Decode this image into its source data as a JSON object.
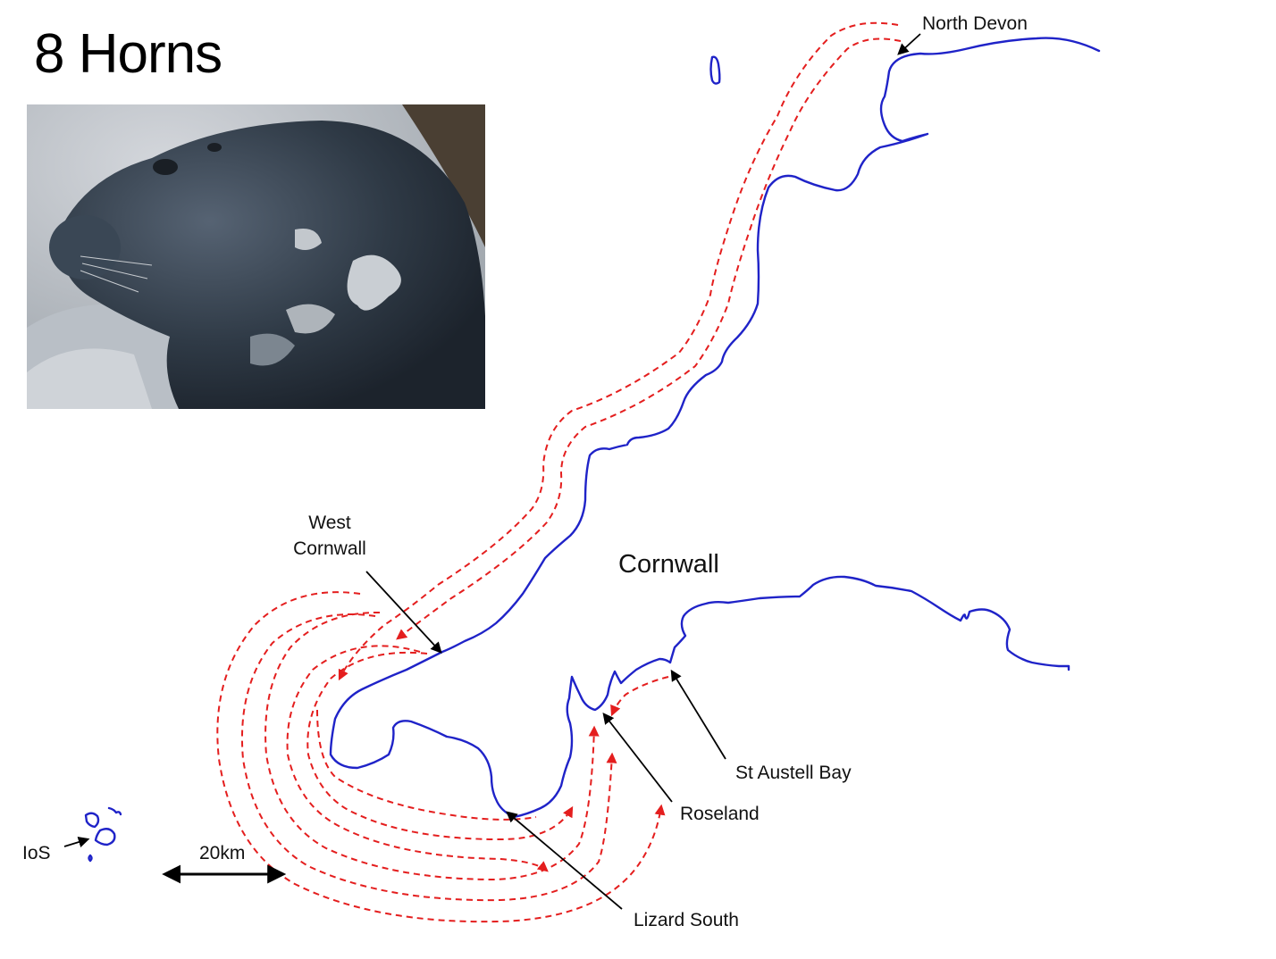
{
  "title": "8 Horns",
  "photo": {
    "subject": "grey-seal-photo"
  },
  "colors": {
    "coast": "#1f23c8",
    "route": "#e41e1e",
    "label": "#111111"
  },
  "map": {
    "region_label": "Cornwall",
    "labels": {
      "north_devon": "North Devon",
      "west_cornwall_1": "West",
      "west_cornwall_2": "Cornwall",
      "st_austell_bay": "St Austell Bay",
      "roseland": "Roseland",
      "lizard_south": "Lizard South",
      "ios": "IoS"
    },
    "scale_bar": {
      "label": "20km"
    }
  }
}
